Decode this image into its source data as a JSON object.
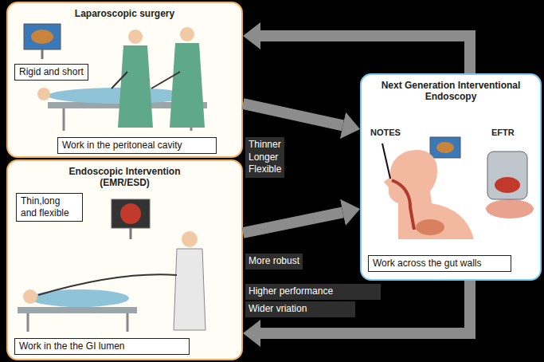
{
  "diagram": {
    "nodes": [
      {
        "text": [
          "Laparoscopic surgery"
        ]
      },
      {
        "text": [
          "Rigid and short"
        ],
        "in": 0
      },
      {
        "text": [
          "Work in the peritoneal cavity"
        ],
        "in": 0
      },
      {
        "text": [
          "Endoscopic Intervention (EMR/ESD)"
        ]
      },
      {
        "text": [
          "Thin,long and flexible"
        ],
        "in": 3
      },
      {
        "text": [
          "Work in the the GI lumen"
        ],
        "in": 3
      },
      {
        "text": [
          "Next Generation Interventional Endoscopy"
        ]
      },
      {
        "text": [
          "Work across the gut walls"
        ],
        "in": 6
      }
    ],
    "edges": [
      {
        "from": 0,
        "to": 6,
        "arrow": "to",
        "label": "Thinner Longer Flexible"
      },
      {
        "from": 3,
        "to": 6,
        "arrow": "to",
        "label": "More robust"
      },
      {
        "from": 6,
        "to": 0,
        "arrow": "to"
      },
      {
        "from": 6,
        "to": 3,
        "arrow": "to"
      }
    ],
    "labels": [
      "NOTES",
      "EFTR",
      "Higher performance",
      "Wider vriation"
    ]
  }
}
